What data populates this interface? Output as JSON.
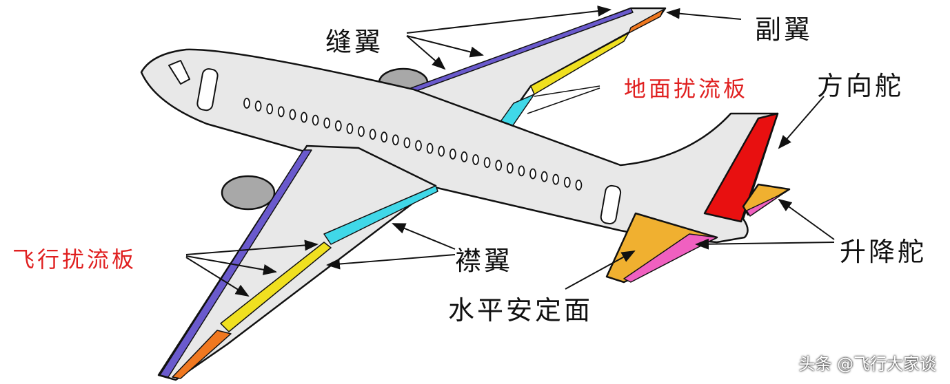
{
  "labels": {
    "slat": "缝翼",
    "aileron": "副翼",
    "ground_spoiler": "地面扰流板",
    "rudder": "方向舵",
    "elevator": "升降舵",
    "flap": "襟翼",
    "horizontal_stabilizer": "水平安定面",
    "flight_spoiler": "飞行扰流板"
  },
  "watermark": "头条 @飞行大家谈",
  "colors": {
    "body": "#e8e8e8",
    "slat": "#6a5acd",
    "aileron": "#f07820",
    "spoiler": "#f0e020",
    "spoiler_green": "#30c040",
    "flap": "#40d8e8",
    "rudder": "#e81010",
    "stabilizer": "#f0b030",
    "elevator": "#f060c0",
    "red_label": "#e02020"
  }
}
